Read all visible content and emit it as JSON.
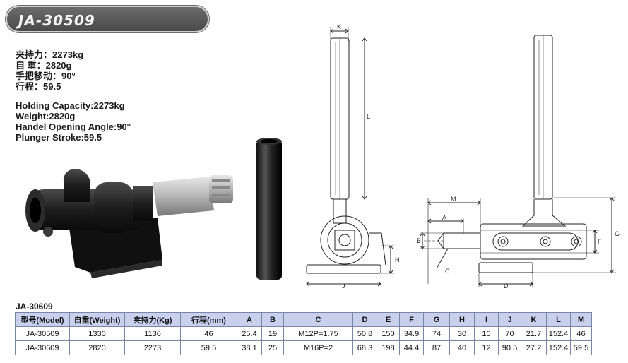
{
  "header": {
    "model": "JA-30509"
  },
  "specs_cn": [
    "夹持力：2273kg",
    "自 重：2820g",
    "手把移动：90°",
    "行程：59.5"
  ],
  "specs_en": [
    "Holding Capacity:2273kg",
    "Weight:2820g",
    "Handel Opening Angle:90°",
    "Plunger Stroke:59.5"
  ],
  "drawing_labels": {
    "k": "K",
    "l": "L",
    "m": "M",
    "a": "A",
    "b": "B",
    "c": "C",
    "f": "F",
    "g": "G",
    "h": "H",
    "j": "J",
    "d": "D"
  },
  "table": {
    "title": "JA-30609",
    "headers": [
      "型号(Model)",
      "自重(Weight)",
      "夹持力(Kg)",
      "行程(mm)",
      "A",
      "B",
      "C",
      "D",
      "E",
      "F",
      "G",
      "H",
      "I",
      "J",
      "K",
      "L",
      "M"
    ],
    "rows": [
      [
        "JA-30509",
        "1330",
        "1136",
        "46",
        "25.4",
        "19",
        "M12P=1.75",
        "50.8",
        "150",
        "34.9",
        "74",
        "30",
        "10",
        "70",
        "21.7",
        "152.4",
        "46"
      ],
      [
        "JA-30609",
        "2820",
        "2273",
        "59.5",
        "38.1",
        "25",
        "M16P=2",
        "68.3",
        "198",
        "44.4",
        "87",
        "40",
        "12",
        "90.5",
        "27.2",
        "152.4",
        "59.5"
      ]
    ]
  }
}
